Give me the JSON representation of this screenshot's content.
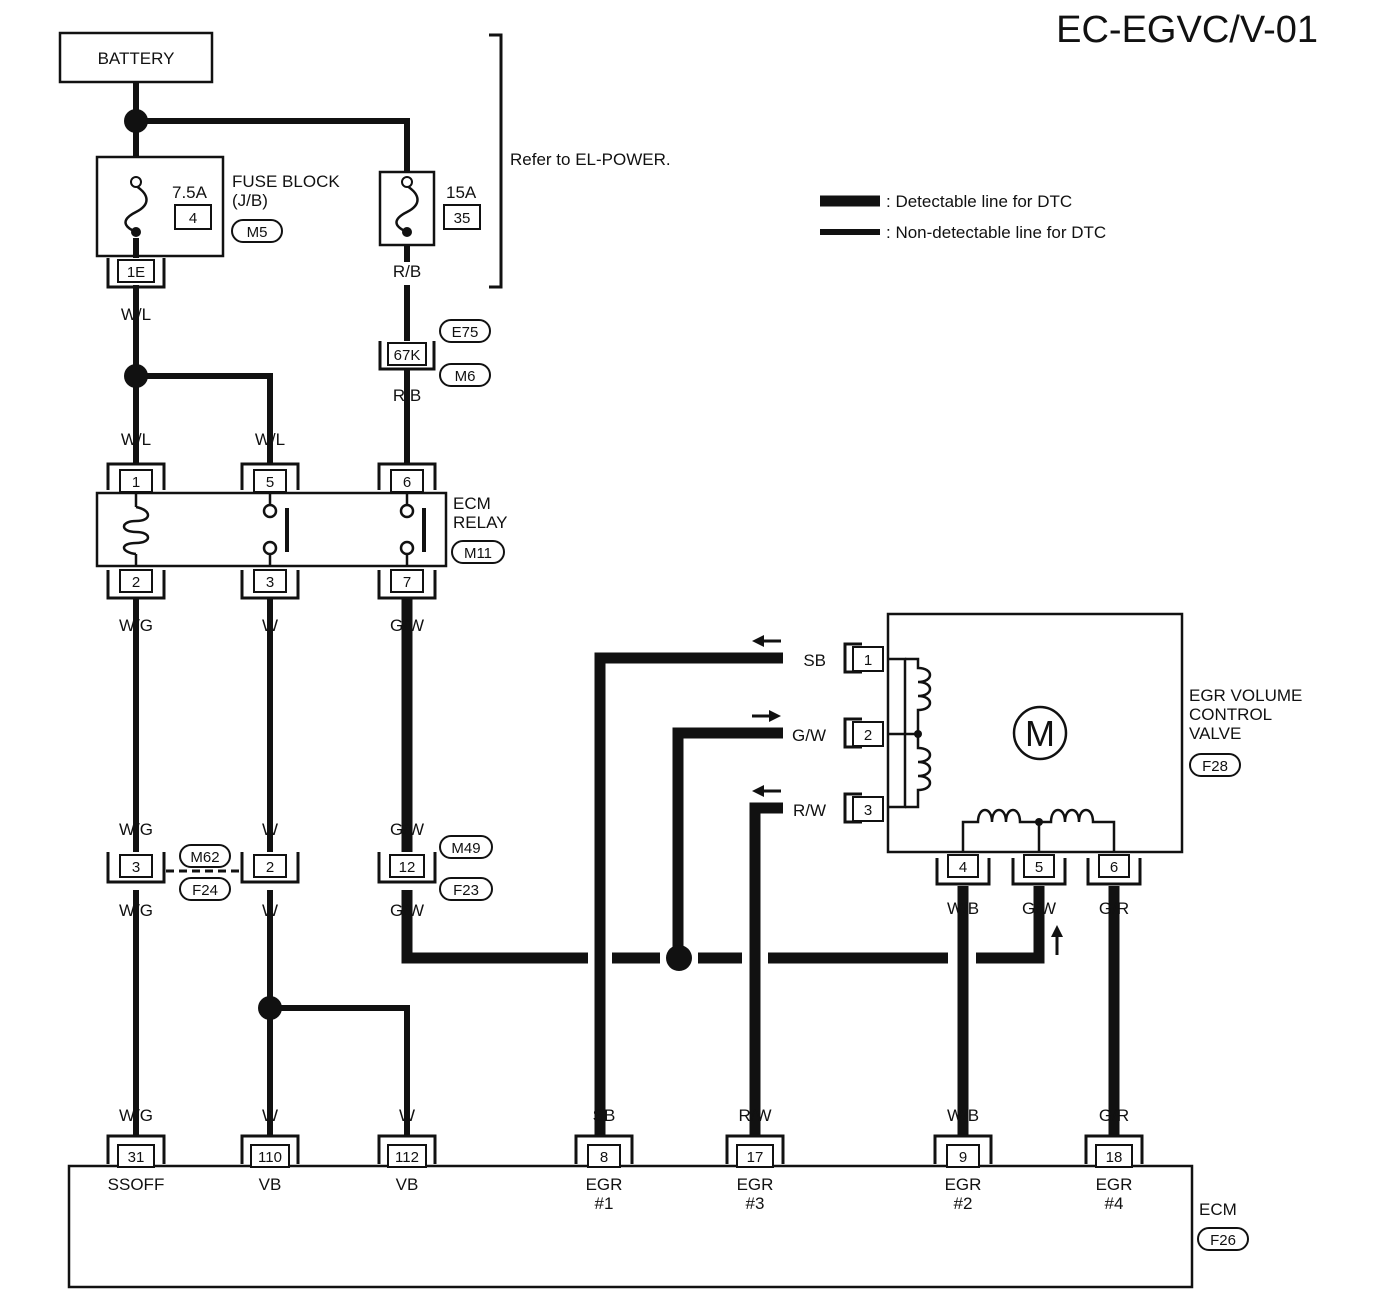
{
  "diagram_id": "EC-EGVC/V-01",
  "note_refer": "Refer to EL-POWER.",
  "legend": {
    "detectable": ": Detectable line for DTC",
    "non_detectable": ": Non-detectable line for DTC"
  },
  "battery": "BATTERY",
  "fuse_block": {
    "label1": "FUSE BLOCK",
    "label2": "(J/B)",
    "connector": "M5",
    "fuse1": {
      "rating": "7.5A",
      "number": "4",
      "terminal": "1E"
    },
    "fuse2": {
      "rating": "15A",
      "number": "35"
    }
  },
  "inline_67k": {
    "pin": "67K",
    "conn_a": "E75",
    "conn_b": "M6"
  },
  "ecm_relay": {
    "label1": "ECM",
    "label2": "RELAY",
    "connector": "M11",
    "pins_top": [
      "1",
      "5",
      "6"
    ],
    "pins_bottom": [
      "2",
      "3",
      "7"
    ]
  },
  "egr_valve": {
    "label1": "EGR VOLUME",
    "label2": "CONTROL",
    "label3": "VALVE",
    "connector": "F28",
    "motor": "M",
    "pins_left": [
      "1",
      "2",
      "3"
    ],
    "pins_bottom": [
      "4",
      "5",
      "6"
    ]
  },
  "inline_mid": {
    "pin3": "3",
    "pin2": "2",
    "pin12": "12",
    "conn_m62": "M62",
    "conn_f24": "F24",
    "conn_m49": "M49",
    "conn_f23": "F23"
  },
  "wires": {
    "wl": "W/L",
    "rb": "R/B",
    "wg": "W/G",
    "w": "W",
    "gw": "G/W",
    "sb": "SB",
    "rw": "R/W",
    "wb": "W/B",
    "gr": "G/R"
  },
  "ecm": {
    "label": "ECM",
    "connector": "F26",
    "pins": [
      {
        "pin": "31",
        "name1": "SSOFF",
        "name2": ""
      },
      {
        "pin": "110",
        "name1": "VB",
        "name2": ""
      },
      {
        "pin": "112",
        "name1": "VB",
        "name2": ""
      },
      {
        "pin": "8",
        "name1": "EGR",
        "name2": "#1"
      },
      {
        "pin": "17",
        "name1": "EGR",
        "name2": "#3"
      },
      {
        "pin": "9",
        "name1": "EGR",
        "name2": "#2"
      },
      {
        "pin": "18",
        "name1": "EGR",
        "name2": "#4"
      }
    ]
  }
}
